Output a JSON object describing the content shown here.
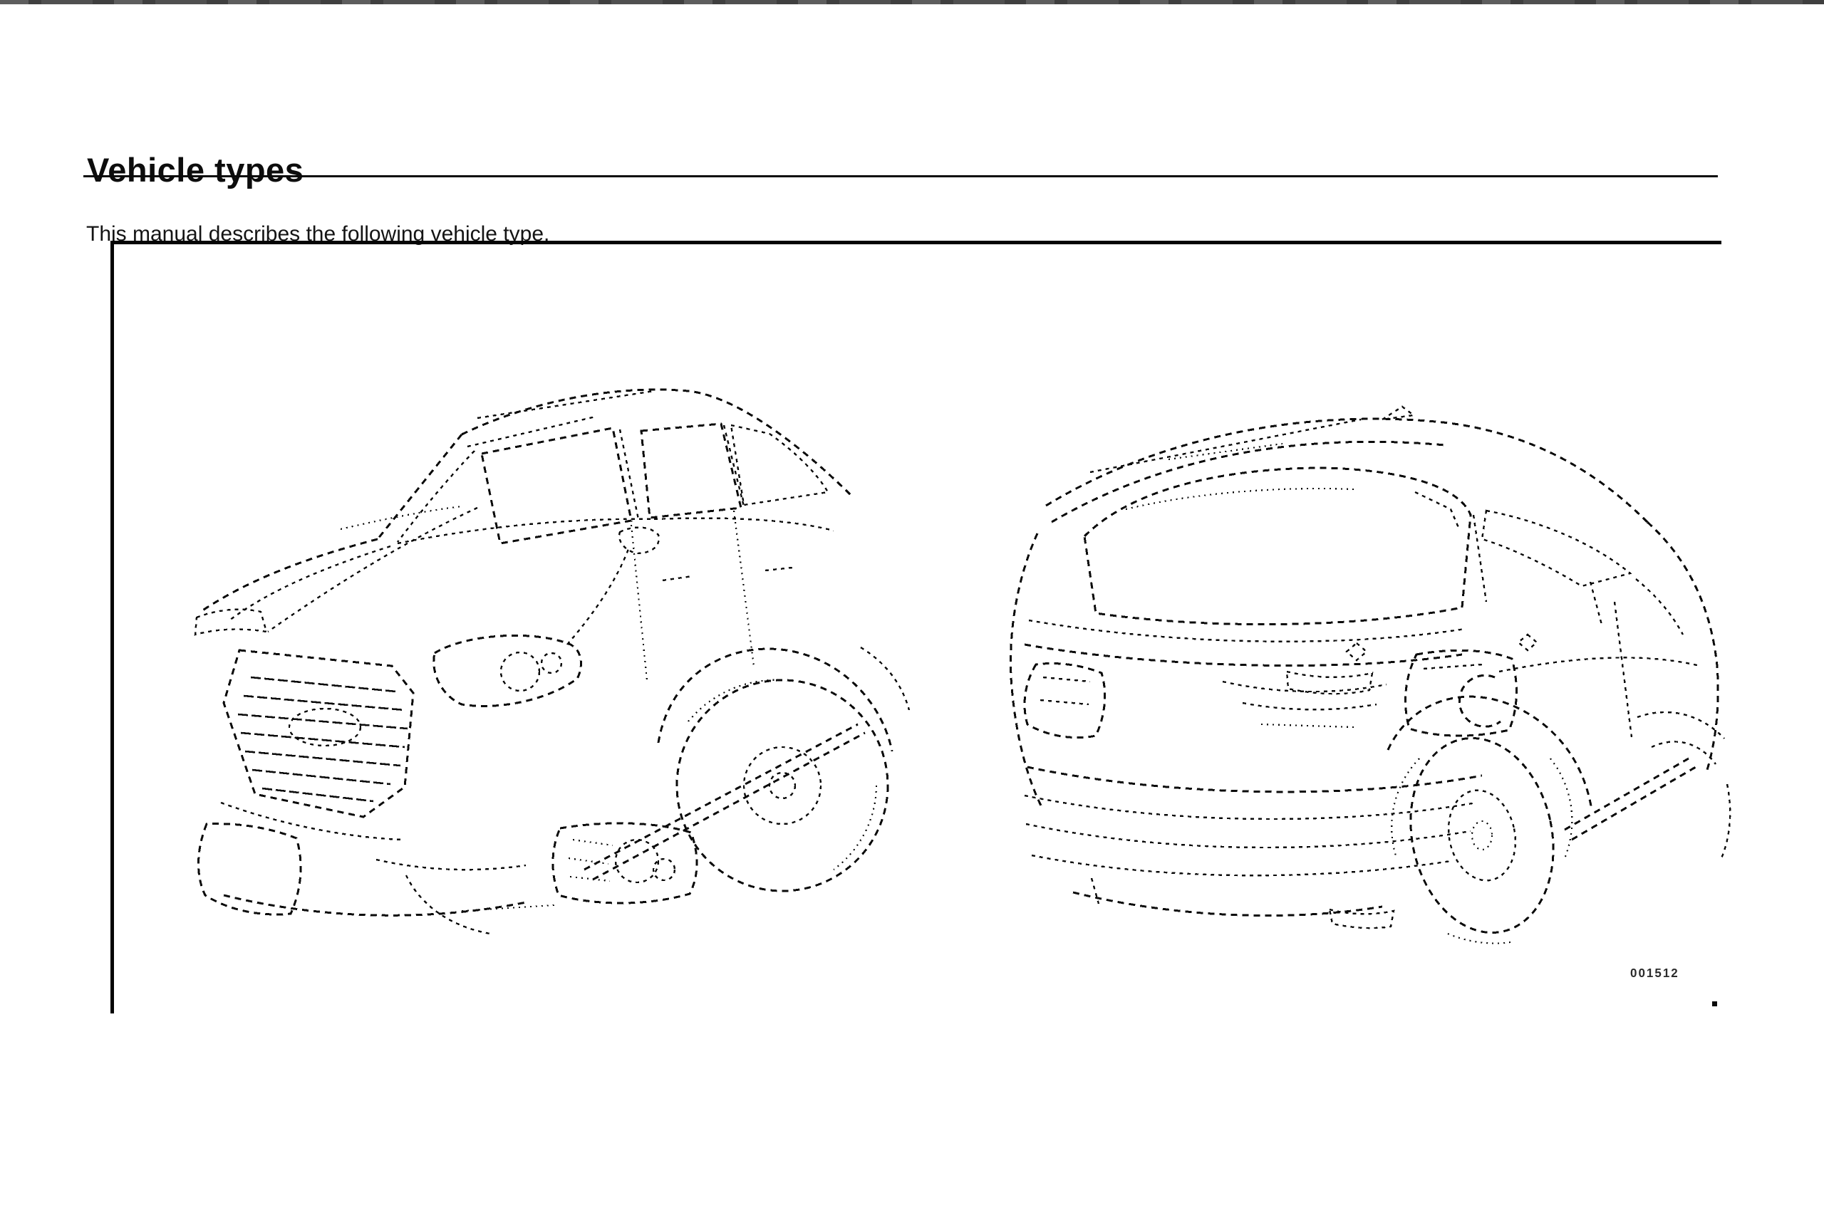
{
  "window": {
    "top_bar_color": "#3f3f3f"
  },
  "page": {
    "heading": "Vehicle types",
    "intro": "This manual describes the following vehicle type.",
    "figure": {
      "code": "001512",
      "left_illustration": "suv-front-three-quarter-line-drawing",
      "right_illustration": "suv-rear-three-quarter-line-drawing"
    }
  },
  "colors": {
    "background": "#ffffff",
    "text": "#111111",
    "rule": "#0a0a0a",
    "box_border": "#050505",
    "ink": "#0b0b0b"
  }
}
